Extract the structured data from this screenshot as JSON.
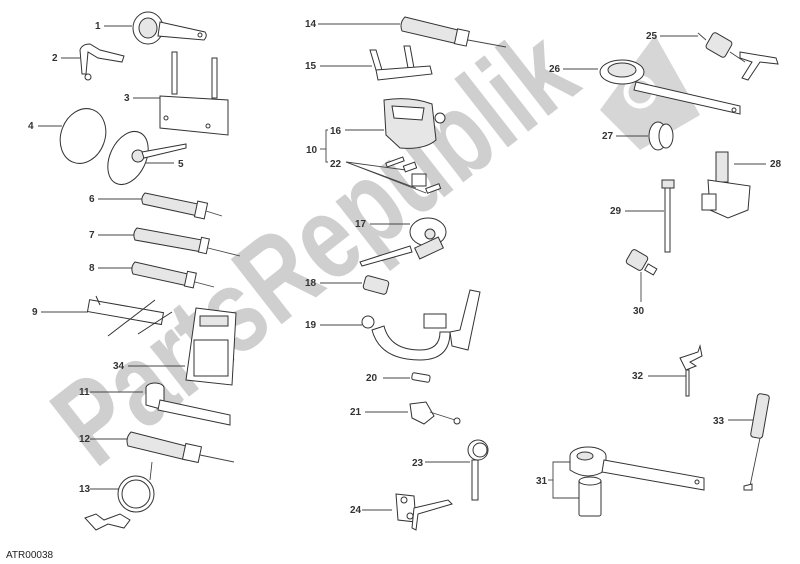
{
  "diagram": {
    "type": "exploded parts diagram - workshop tools",
    "drawing_code": "ATR00038",
    "watermark": {
      "text": "PartsRepublik",
      "color": "#cfcfcf"
    },
    "callouts": [
      {
        "id": "1",
        "label": "1"
      },
      {
        "id": "2",
        "label": "2"
      },
      {
        "id": "3",
        "label": "3"
      },
      {
        "id": "4",
        "label": "4"
      },
      {
        "id": "5",
        "label": "5"
      },
      {
        "id": "6",
        "label": "6"
      },
      {
        "id": "7",
        "label": "7"
      },
      {
        "id": "8",
        "label": "8"
      },
      {
        "id": "9",
        "label": "9"
      },
      {
        "id": "10",
        "label": "10"
      },
      {
        "id": "11",
        "label": "11"
      },
      {
        "id": "12",
        "label": "12"
      },
      {
        "id": "13",
        "label": "13"
      },
      {
        "id": "14",
        "label": "14"
      },
      {
        "id": "15",
        "label": "15"
      },
      {
        "id": "16",
        "label": "16"
      },
      {
        "id": "17",
        "label": "17"
      },
      {
        "id": "18",
        "label": "18"
      },
      {
        "id": "19",
        "label": "19"
      },
      {
        "id": "20",
        "label": "20"
      },
      {
        "id": "21",
        "label": "21"
      },
      {
        "id": "22",
        "label": "22"
      },
      {
        "id": "23",
        "label": "23"
      },
      {
        "id": "24",
        "label": "24"
      },
      {
        "id": "25",
        "label": "25"
      },
      {
        "id": "26",
        "label": "26"
      },
      {
        "id": "27",
        "label": "27"
      },
      {
        "id": "28",
        "label": "28"
      },
      {
        "id": "29",
        "label": "29"
      },
      {
        "id": "30",
        "label": "30"
      },
      {
        "id": "31",
        "label": "31"
      },
      {
        "id": "32",
        "label": "32"
      },
      {
        "id": "33",
        "label": "33"
      },
      {
        "id": "34",
        "label": "34"
      }
    ]
  }
}
